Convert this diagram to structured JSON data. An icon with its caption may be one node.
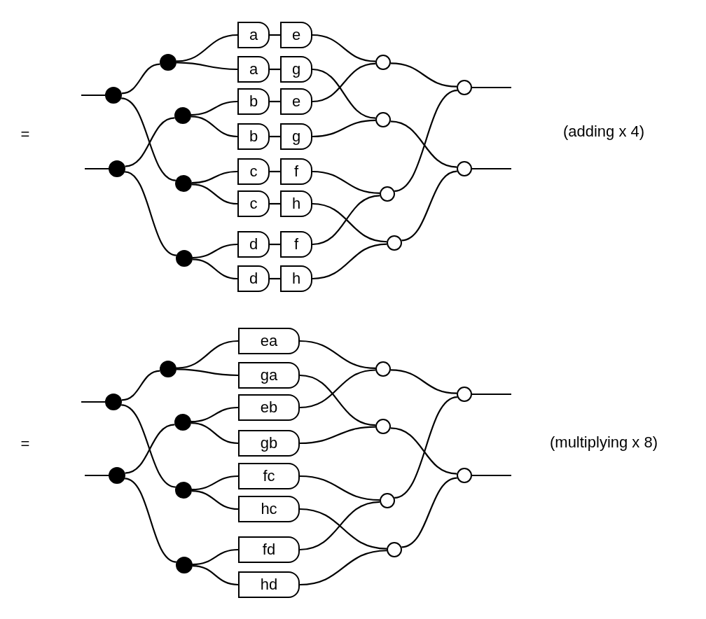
{
  "diagram": {
    "nodes": [
      {
        "text": [],
        "shape": "dot"
      },
      {
        "text": [],
        "shape": "dot"
      },
      {
        "text": [],
        "shape": "dot"
      },
      {
        "text": [],
        "shape": "dot"
      },
      {
        "text": [],
        "shape": "dot"
      },
      {
        "text": [],
        "shape": "dot"
      },
      {
        "text": [
          "a"
        ]
      },
      {
        "text": [
          "e"
        ]
      },
      {
        "text": [
          "a"
        ]
      },
      {
        "text": [
          "g"
        ]
      },
      {
        "text": [
          "b"
        ]
      },
      {
        "text": [
          "e"
        ]
      },
      {
        "text": [
          "b"
        ]
      },
      {
        "text": [
          "g"
        ]
      },
      {
        "text": [
          "c"
        ]
      },
      {
        "text": [
          "f"
        ]
      },
      {
        "text": [
          "c"
        ]
      },
      {
        "text": [
          "h"
        ]
      },
      {
        "text": [
          "d"
        ]
      },
      {
        "text": [
          "f"
        ]
      },
      {
        "text": [
          "d"
        ]
      },
      {
        "text": [
          "h"
        ]
      },
      {
        "text": [],
        "shape": "circle"
      },
      {
        "text": [],
        "shape": "circle"
      },
      {
        "text": [],
        "shape": "circle"
      },
      {
        "text": [],
        "shape": "circle"
      },
      {
        "text": [],
        "shape": "circle"
      },
      {
        "text": [],
        "shape": "circle"
      },
      {
        "text": [],
        "shape": "dot"
      },
      {
        "text": [],
        "shape": "dot"
      },
      {
        "text": [],
        "shape": "dot"
      },
      {
        "text": [],
        "shape": "dot"
      },
      {
        "text": [],
        "shape": "dot"
      },
      {
        "text": [],
        "shape": "dot"
      },
      {
        "text": [
          "ea"
        ]
      },
      {
        "text": [
          "ga"
        ]
      },
      {
        "text": [
          "eb"
        ]
      },
      {
        "text": [
          "gb"
        ]
      },
      {
        "text": [
          "fc"
        ]
      },
      {
        "text": [
          "hc"
        ]
      },
      {
        "text": [
          "fd"
        ]
      },
      {
        "text": [
          "hd"
        ]
      },
      {
        "text": [],
        "shape": "circle"
      },
      {
        "text": [],
        "shape": "circle"
      },
      {
        "text": [],
        "shape": "circle"
      },
      {
        "text": [],
        "shape": "circle"
      },
      {
        "text": [],
        "shape": "circle"
      },
      {
        "text": [],
        "shape": "circle"
      }
    ],
    "edges": [
      {
        "from": null,
        "to": 0,
        "arrow": "none"
      },
      {
        "from": null,
        "to": 1,
        "arrow": "none"
      },
      {
        "from": 0,
        "to": 2,
        "arrow": "none"
      },
      {
        "from": 0,
        "to": 4,
        "arrow": "none"
      },
      {
        "from": 1,
        "to": 3,
        "arrow": "none"
      },
      {
        "from": 1,
        "to": 5,
        "arrow": "none"
      },
      {
        "from": 2,
        "to": 6,
        "arrow": "none"
      },
      {
        "from": 2,
        "to": 8,
        "arrow": "none"
      },
      {
        "from": 3,
        "to": 10,
        "arrow": "none"
      },
      {
        "from": 3,
        "to": 12,
        "arrow": "none"
      },
      {
        "from": 4,
        "to": 14,
        "arrow": "none"
      },
      {
        "from": 4,
        "to": 16,
        "arrow": "none"
      },
      {
        "from": 5,
        "to": 18,
        "arrow": "none"
      },
      {
        "from": 5,
        "to": 20,
        "arrow": "none"
      },
      {
        "from": 6,
        "to": 7,
        "arrow": "none"
      },
      {
        "from": 8,
        "to": 9,
        "arrow": "none"
      },
      {
        "from": 10,
        "to": 11,
        "arrow": "none"
      },
      {
        "from": 12,
        "to": 13,
        "arrow": "none"
      },
      {
        "from": 14,
        "to": 15,
        "arrow": "none"
      },
      {
        "from": 16,
        "to": 17,
        "arrow": "none"
      },
      {
        "from": 18,
        "to": 19,
        "arrow": "none"
      },
      {
        "from": 20,
        "to": 21,
        "arrow": "none"
      },
      {
        "from": 7,
        "to": 22,
        "arrow": "none"
      },
      {
        "from": 9,
        "to": 23,
        "arrow": "none"
      },
      {
        "from": 11,
        "to": 22,
        "arrow": "none"
      },
      {
        "from": 13,
        "to": 23,
        "arrow": "none"
      },
      {
        "from": 15,
        "to": 24,
        "arrow": "none"
      },
      {
        "from": 17,
        "to": 25,
        "arrow": "none"
      },
      {
        "from": 19,
        "to": 24,
        "arrow": "none"
      },
      {
        "from": 21,
        "to": 25,
        "arrow": "none"
      },
      {
        "from": 22,
        "to": 26,
        "arrow": "none"
      },
      {
        "from": 23,
        "to": 27,
        "arrow": "none"
      },
      {
        "from": 24,
        "to": 26,
        "arrow": "none"
      },
      {
        "from": 25,
        "to": 27,
        "arrow": "none"
      },
      {
        "from": 26,
        "to": null,
        "arrow": "none"
      },
      {
        "from": 27,
        "to": null,
        "arrow": "none"
      },
      {
        "from": null,
        "to": 28,
        "arrow": "none"
      },
      {
        "from": null,
        "to": 29,
        "arrow": "none"
      },
      {
        "from": 28,
        "to": 30,
        "arrow": "none"
      },
      {
        "from": 28,
        "to": 32,
        "arrow": "none"
      },
      {
        "from": 29,
        "to": 31,
        "arrow": "none"
      },
      {
        "from": 29,
        "to": 33,
        "arrow": "none"
      },
      {
        "from": 30,
        "to": 34,
        "arrow": "none"
      },
      {
        "from": 30,
        "to": 35,
        "arrow": "none"
      },
      {
        "from": 31,
        "to": 36,
        "arrow": "none"
      },
      {
        "from": 31,
        "to": 37,
        "arrow": "none"
      },
      {
        "from": 32,
        "to": 38,
        "arrow": "none"
      },
      {
        "from": 32,
        "to": 39,
        "arrow": "none"
      },
      {
        "from": 33,
        "to": 40,
        "arrow": "none"
      },
      {
        "from": 33,
        "to": 41,
        "arrow": "none"
      },
      {
        "from": 34,
        "to": 42,
        "arrow": "none"
      },
      {
        "from": 35,
        "to": 43,
        "arrow": "none"
      },
      {
        "from": 36,
        "to": 42,
        "arrow": "none"
      },
      {
        "from": 37,
        "to": 43,
        "arrow": "none"
      },
      {
        "from": 38,
        "to": 44,
        "arrow": "none"
      },
      {
        "from": 39,
        "to": 45,
        "arrow": "none"
      },
      {
        "from": 40,
        "to": 44,
        "arrow": "none"
      },
      {
        "from": 41,
        "to": 45,
        "arrow": "none"
      },
      {
        "from": 42,
        "to": 46,
        "arrow": "none"
      },
      {
        "from": 43,
        "to": 47,
        "arrow": "none"
      },
      {
        "from": 44,
        "to": 46,
        "arrow": "none"
      },
      {
        "from": 45,
        "to": 47,
        "arrow": "none"
      },
      {
        "from": 46,
        "to": null,
        "arrow": "none"
      },
      {
        "from": 47,
        "to": null,
        "arrow": "none"
      }
    ],
    "labels": [
      "=",
      "(adding x 4)",
      "=",
      "(multiplying x 8)"
    ]
  }
}
